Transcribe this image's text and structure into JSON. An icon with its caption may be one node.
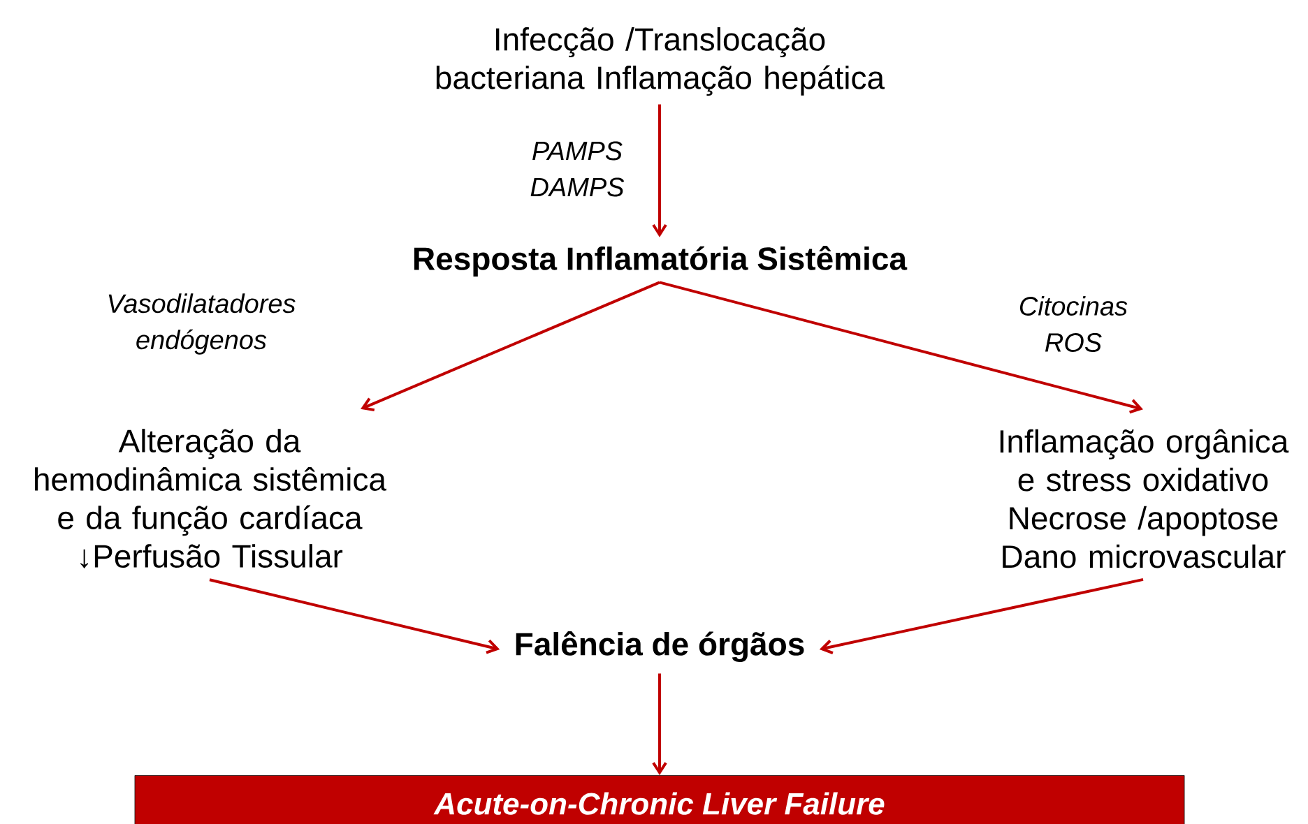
{
  "diagram": {
    "nodes": [
      {
        "text": [
          "Infecção /Translocação bacteriana Inflamação hepática"
        ]
      },
      {
        "text": [
          "Resposta Inflamatória Sistêmica"
        ]
      },
      {
        "text": [
          "Alteração da hemodinâmica sistêmica e da função cardíaca ↓Perfusão Tissular"
        ]
      },
      {
        "text": [
          "Inflamação orgânica e stress oxidativo Necrose /apoptose Dano microvascular"
        ]
      },
      {
        "text": [
          "Falência de órgãos"
        ]
      },
      {
        "text": [
          "Acute-on-Chronic Liver Failure"
        ]
      }
    ],
    "edges": [
      {
        "from": 0,
        "to": 1,
        "arrow": "to",
        "label": "PAMPS DAMPS"
      },
      {
        "from": 1,
        "to": 2,
        "arrow": "to",
        "label": "Vasodilatadores endógenos"
      },
      {
        "from": 1,
        "to": 3,
        "arrow": "to",
        "label": "Citocinas ROS"
      },
      {
        "from": 2,
        "to": 4,
        "arrow": "to"
      },
      {
        "from": 3,
        "to": 4,
        "arrow": "to"
      },
      {
        "from": 4,
        "to": 5,
        "arrow": "to"
      }
    ]
  }
}
